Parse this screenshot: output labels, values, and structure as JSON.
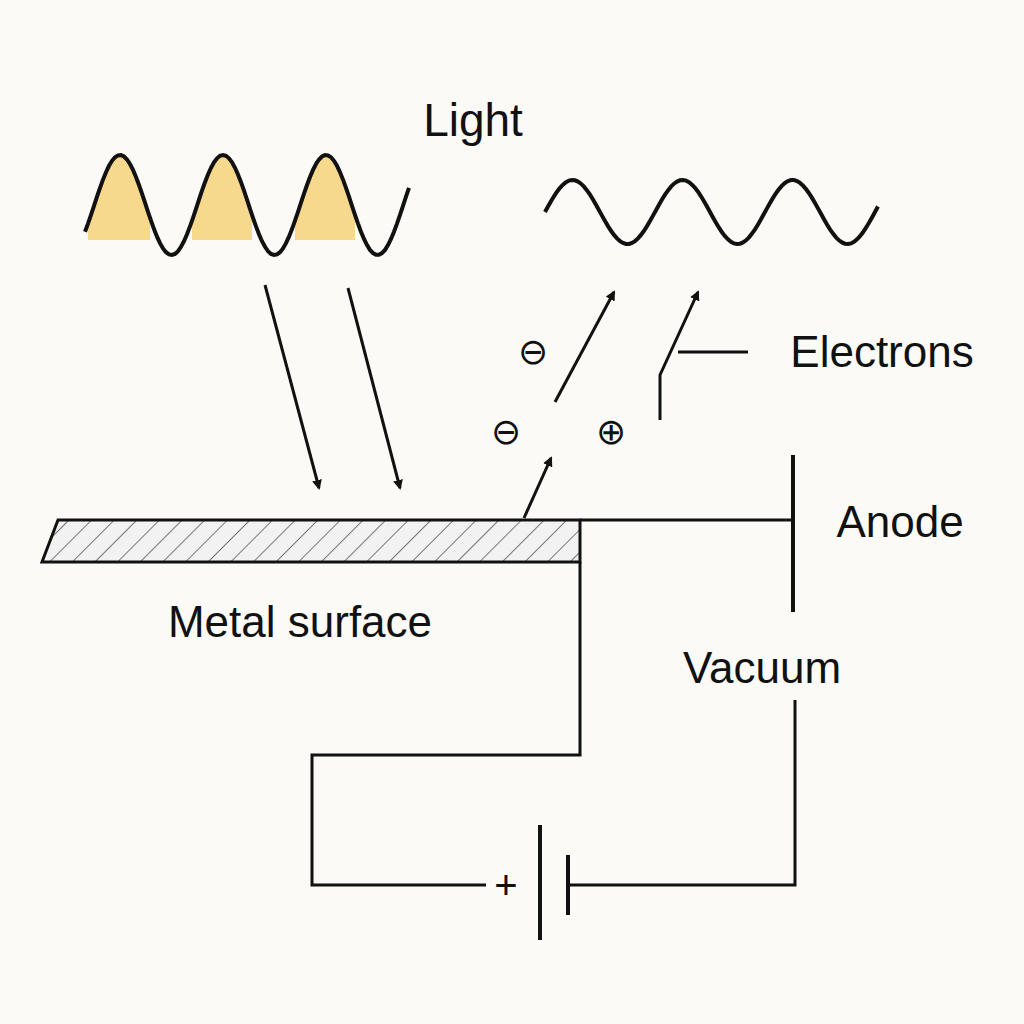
{
  "diagram": {
    "labels": [
      "Light",
      "Electrons",
      "Anode",
      "Metal surface",
      "Vacuum",
      "⊖",
      "⊖",
      "⊕",
      "+"
    ]
  }
}
